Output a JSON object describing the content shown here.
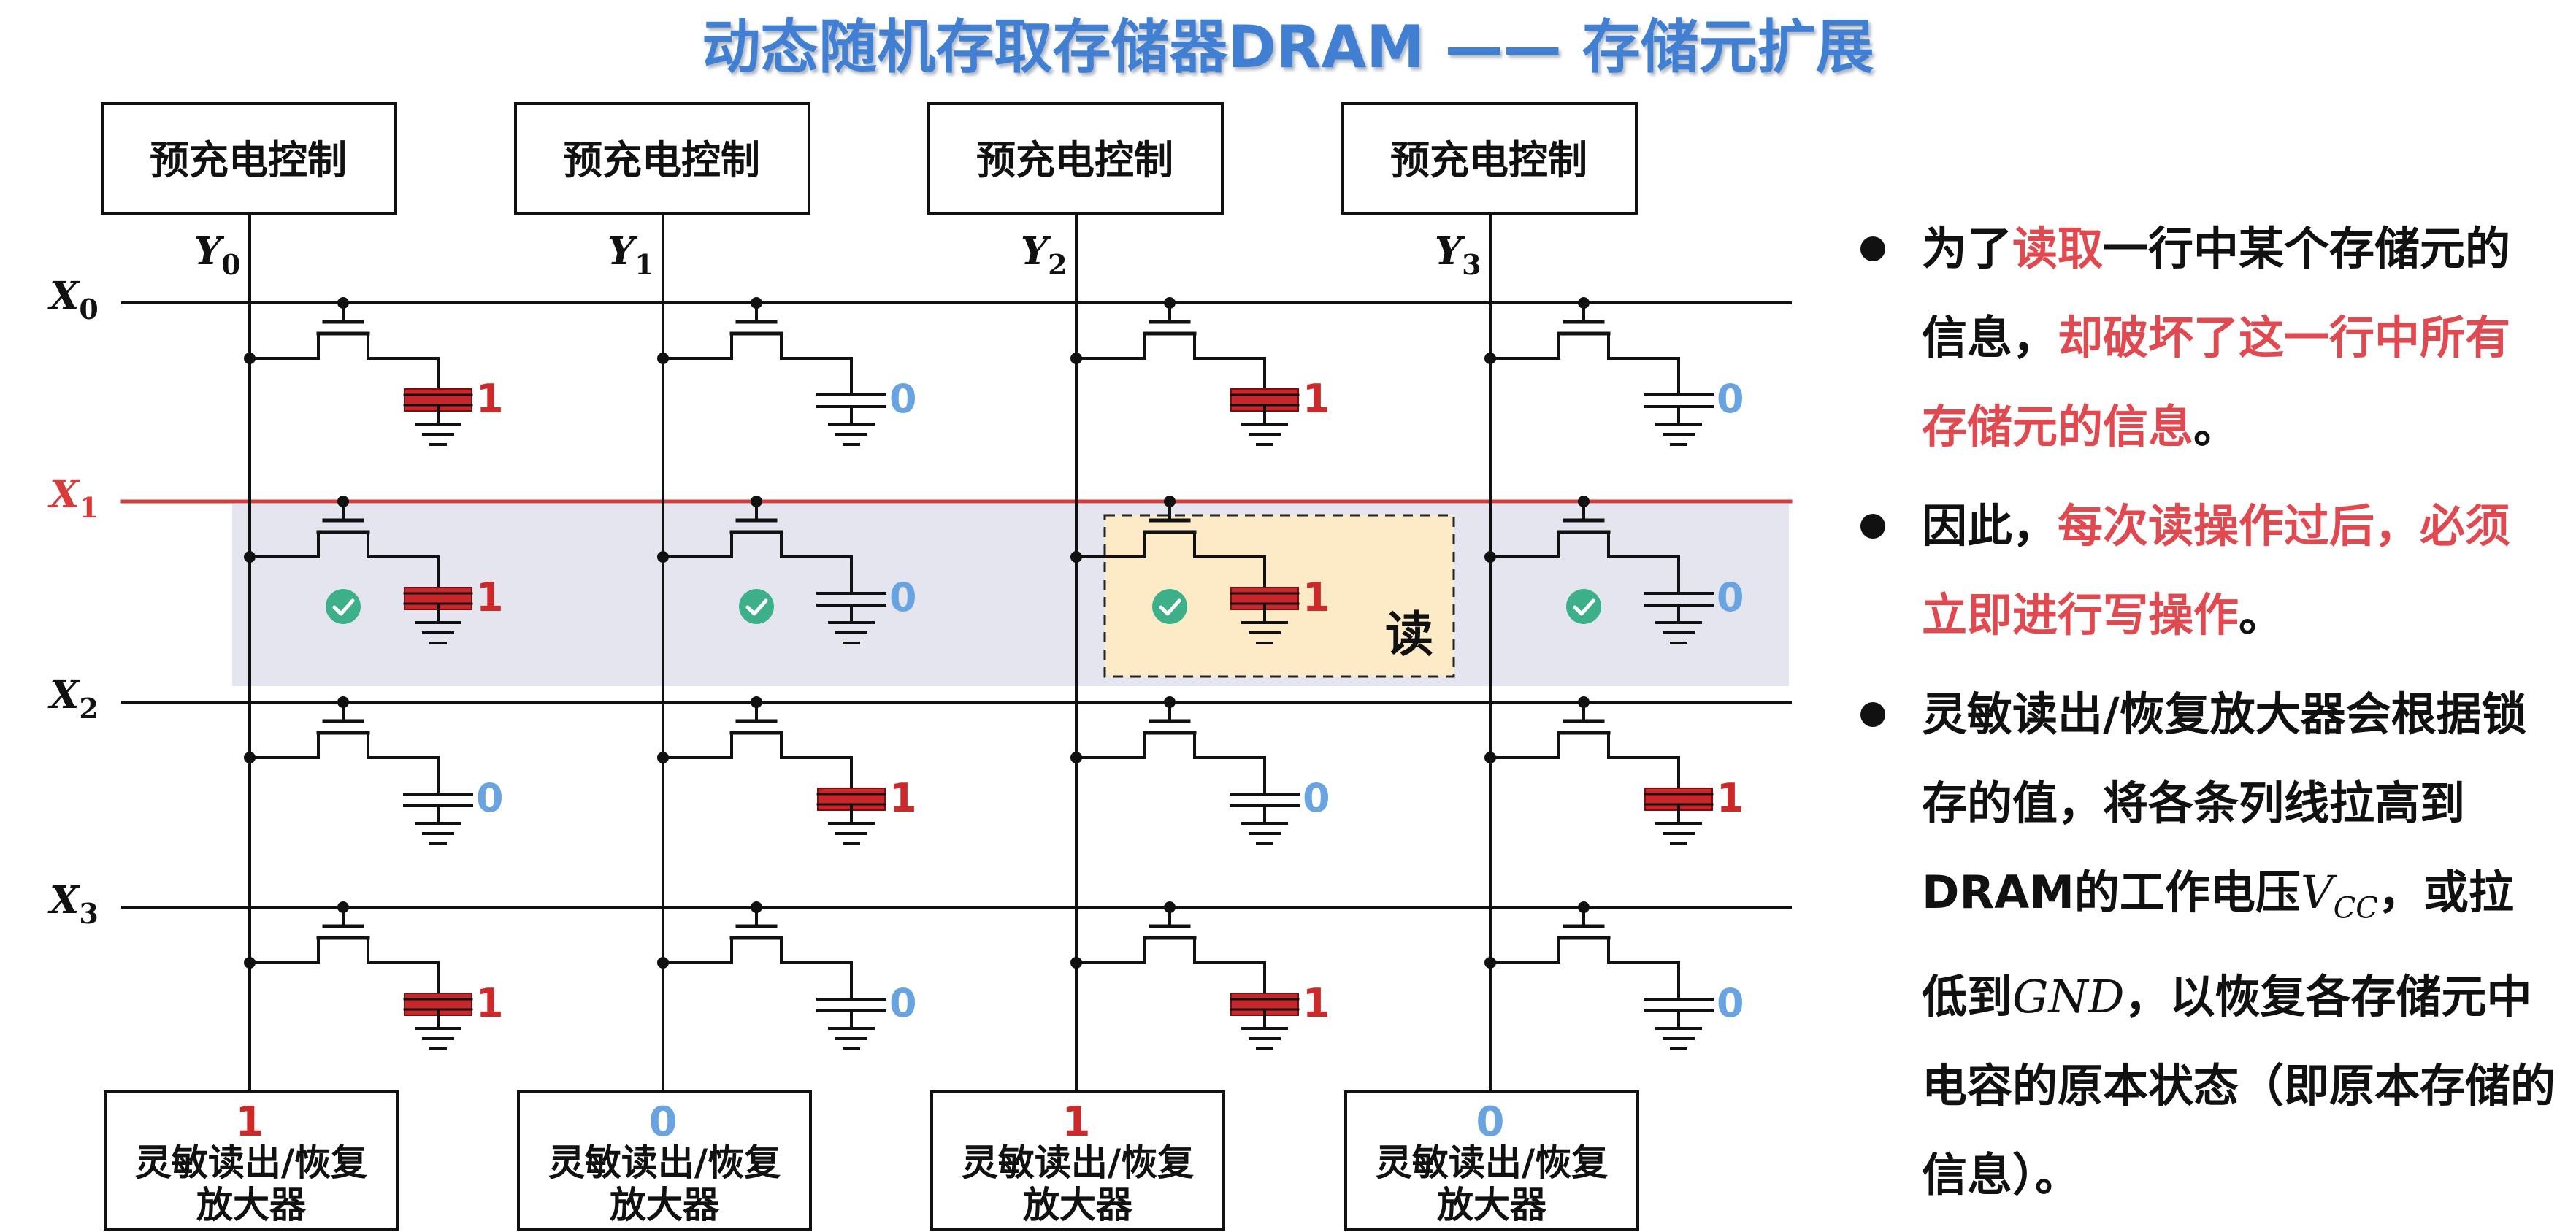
{
  "title": "动态随机存取存储器DRAM —— 存储元扩展",
  "precharge_label": "预充电控制",
  "sense_amp_label_line1": "灵敏读出/恢复",
  "sense_amp_label_line2": "放大器",
  "read_label": "读",
  "row_lines": [
    {
      "name": "X",
      "sub": "0",
      "active": false
    },
    {
      "name": "X",
      "sub": "1",
      "active": true
    },
    {
      "name": "X",
      "sub": "2",
      "active": false
    },
    {
      "name": "X",
      "sub": "3",
      "active": false
    }
  ],
  "col_lines": [
    {
      "name": "Y",
      "sub": "0"
    },
    {
      "name": "Y",
      "sub": "1"
    },
    {
      "name": "Y",
      "sub": "2"
    },
    {
      "name": "Y",
      "sub": "3"
    }
  ],
  "cell_values": [
    [
      "1",
      "0",
      "1",
      "0"
    ],
    [
      "1",
      "0",
      "1",
      "0"
    ],
    [
      "0",
      "1",
      "0",
      "1"
    ],
    [
      "1",
      "0",
      "1",
      "0"
    ]
  ],
  "sense_values": [
    "1",
    "0",
    "1",
    "0"
  ],
  "active_row_index": 1,
  "read_cell": {
    "row": 1,
    "col": 2
  },
  "icons": {
    "check": "check-circle-icon"
  },
  "colors": {
    "one": "#cc2a2a",
    "zero": "#6aa4e0",
    "title": "#3f7fd2",
    "active_line": "#d93a3a",
    "highlight_band": "#e4e5ee",
    "read_box": "#fcebc6",
    "check": "#3db08a"
  },
  "bullets": {
    "b1": {
      "p1": "为了",
      "p2": "读取",
      "p3": "一行中某个存储元的信息，",
      "p4": "却破坏了这一行中所有存储元的信息",
      "p5": "。"
    },
    "b2": {
      "p1": "因此，",
      "p2": "每次读操作过后，必须立即进行写操作",
      "p3": "。"
    },
    "b3": {
      "p1": "灵敏读出/恢复放大器会根据锁存的值，将各条列线拉高到DRAM的工作电压",
      "vcc_v": "V",
      "vcc_sub": "CC",
      "p2": "，或拉低到",
      "gnd": "GND",
      "p3": "，以恢复各存储元中电容的原本状态（即原本存储的信息）。"
    }
  }
}
